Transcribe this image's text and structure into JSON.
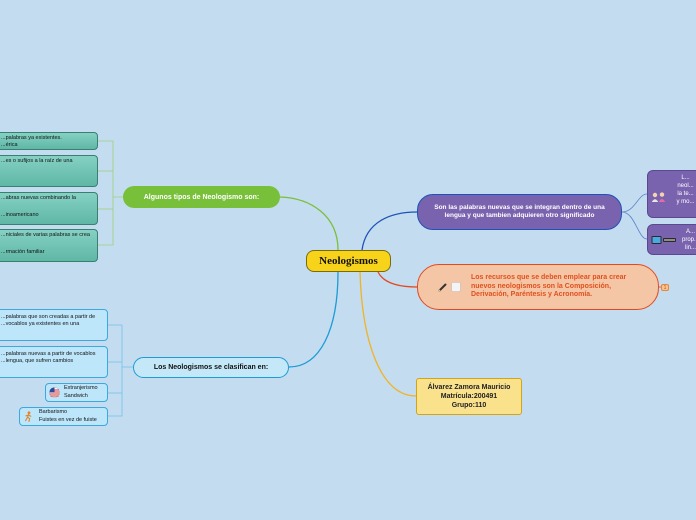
{
  "central": "Neologismos",
  "branches": {
    "tipos": {
      "label": "Algunos tipos de Neologismo son:",
      "items": [
        {
          "line1": "...palabras ya existentes.",
          "line2": "...érica"
        },
        {
          "line1": "...es o sufijos a la raíz de una",
          "line2": ""
        },
        {
          "line1": "...abras nuevas combinando la",
          "line2": "...inoamericano"
        },
        {
          "line1": "...niciales de varias palabras se crea",
          "line2": "...rmación familiar"
        }
      ]
    },
    "clasifican": {
      "label": "Los Neologismos se clasifican en:",
      "items": [
        {
          "line1": "...palabras que son creadas a partir de",
          "line2": "...vocablos ya existentes en una"
        },
        {
          "line1": "...palabras nuevas a partir de vocablos",
          "line2": "...lengua, que sufren cambios"
        },
        {
          "line1": "Extranjerismo",
          "line2": "Sandwich"
        },
        {
          "line1": "Barbarismo",
          "line2": "Fuistes en vez de fuiste"
        }
      ]
    },
    "definicion": {
      "label": "Son las palabras nuevas que se integran dentro de una lengua y que tambien adquieren otro significado",
      "items": [
        {
          "lines": [
            "L...",
            "neol...",
            "la te...",
            "y mo..."
          ]
        },
        {
          "lines": [
            "A...",
            "prop...",
            "lin..."
          ]
        }
      ]
    },
    "recursos": {
      "label": "Los recursos que se deben emplear para crear nuevos neologismos son la Composición, Derivación, Paréntesis y Acronomía.",
      "collapse": "1"
    },
    "autor": {
      "lines": [
        "Álvarez Zamora Mauricio",
        "Matrícula:200491",
        "Grupo:110"
      ]
    }
  },
  "colors": {
    "background": "#c4dcf0",
    "central": "#f7d31a",
    "tipos": "#78c03a",
    "clasifican": "#1c9bd5",
    "definicion": "#7a63ae",
    "recursos": "#e14a20",
    "autor": "#f0b323"
  },
  "icons": {
    "clasifican": [
      "us-flag-icon",
      "running-person-icon"
    ],
    "definicion": [
      "people-icon",
      "tv-icon"
    ],
    "recursos": [
      "pencil-icon",
      "notepad-icon"
    ]
  }
}
